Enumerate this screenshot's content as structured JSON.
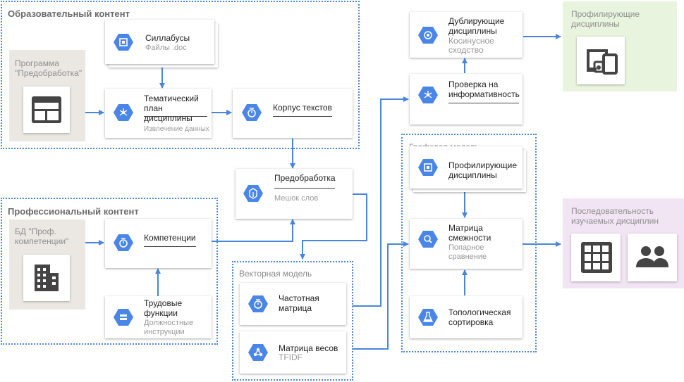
{
  "groups": {
    "educational": "Образовательный контент",
    "professional": "Профессиональный контент",
    "vector": "Векторная модель",
    "graph": "Графовая модель"
  },
  "zones": {
    "program": "Программа \"Предобработка\"",
    "db": "БД \"Проф. компетенции\"",
    "profiling": "Профилирующие дисциплины",
    "sequence": "Последовательность изучаемых дисциплин"
  },
  "nodes": {
    "syllabi": {
      "title": "Силлабусы",
      "sub": "Файлы .doc"
    },
    "thematic": {
      "title": "Тематический план дисциплины",
      "sub": "Извлечение данных"
    },
    "corpus": {
      "title": "Корпус текстов"
    },
    "competencies": {
      "title": "Компетенции"
    },
    "labor": {
      "title": "Трудовые функции",
      "sub": "Должностные инструкции"
    },
    "preprocessing": {
      "title": "Предобработка",
      "sub": "Мешок слов"
    },
    "freq_matrix": {
      "title": "Частотная матрица"
    },
    "weights_matrix": {
      "title": "Матрица весов",
      "sub": "TFIDF"
    },
    "duplicate": {
      "title": "Дублирующие дисциплины",
      "sub": "Косинусное сходство"
    },
    "informativeness": {
      "title": "Проверка на информативность"
    },
    "profiling_disc": {
      "title": "Профилирующие дисциплины"
    },
    "adjacency": {
      "title": "Матрица смежности",
      "sub": "Попарное сравнение"
    },
    "topological": {
      "title": "Топологическая сортировка"
    }
  },
  "colors": {
    "accent": "#4a86d8",
    "hex": "#4a86e8",
    "beige": "#ebe8e3",
    "green": "#e8f4de",
    "purple": "#f1e4f3"
  },
  "icons": {
    "program": "web-layout-icon",
    "db": "building-icon",
    "profiling": "devices-icon",
    "sequence_grid": "grid-icon",
    "sequence_people": "people-icon"
  }
}
